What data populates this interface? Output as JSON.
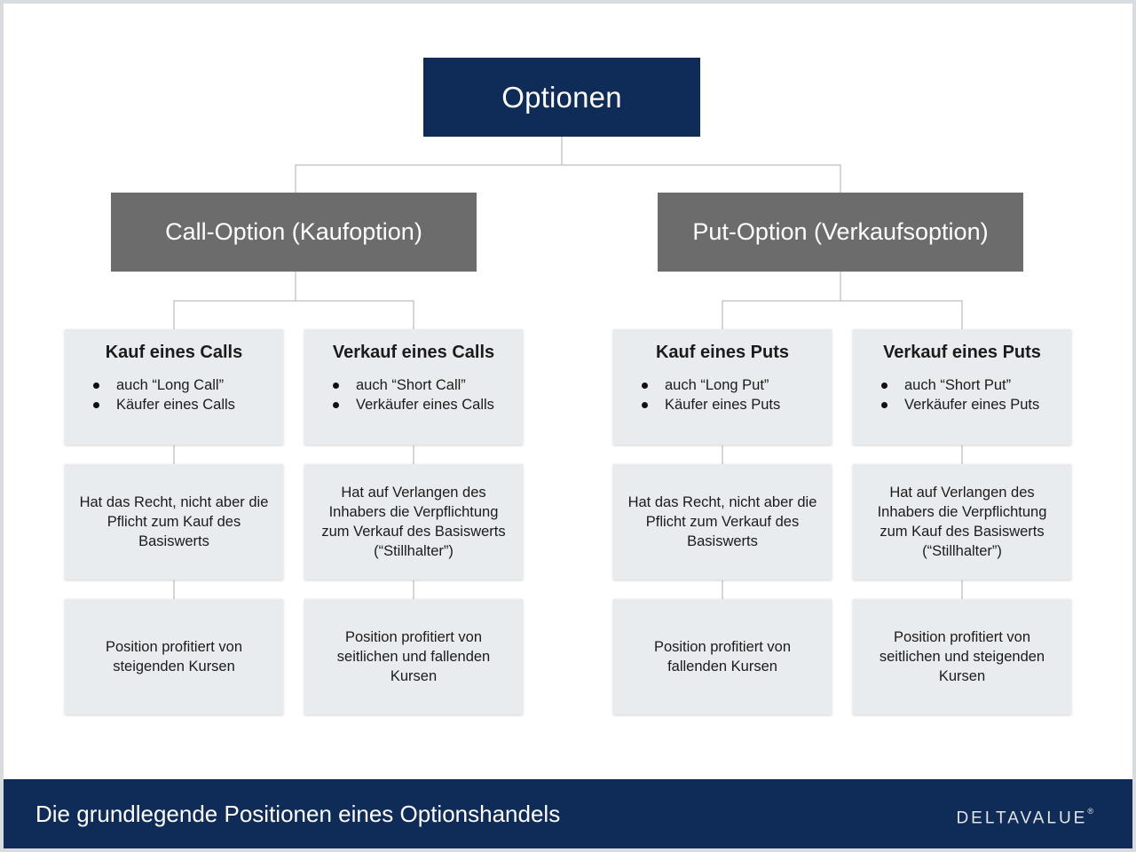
{
  "colors": {
    "navy": "#0e2c57",
    "branch_gray": "#6c6c6c",
    "leaf_bg": "#e9ecee",
    "connector": "#c8c8c8"
  },
  "root": {
    "title": "Optionen"
  },
  "branches": [
    {
      "title": "Call-Option (Kaufoption)",
      "positions": [
        {
          "title": "Kauf eines Calls",
          "bullets": [
            "auch “Long Call”",
            "Käufer eines Calls"
          ],
          "right": "Hat das Recht, nicht aber die Pflicht zum Kauf des Basiswerts",
          "profit": "Position profitiert von steigenden Kursen"
        },
        {
          "title": "Verkauf eines Calls",
          "bullets": [
            "auch “Short Call”",
            "Verkäufer eines Calls"
          ],
          "right": "Hat auf Verlangen des Inhabers die Verpflichtung zum Verkauf des Basiswerts (“Stillhalter”)",
          "profit": "Position profitiert von seitlichen und fallenden Kursen"
        }
      ]
    },
    {
      "title": "Put-Option (Verkaufsoption)",
      "positions": [
        {
          "title": "Kauf eines Puts",
          "bullets": [
            "auch “Long Put”",
            "Käufer eines Puts"
          ],
          "right": "Hat das Recht, nicht aber die Pflicht zum Verkauf des Basiswerts",
          "profit": "Position profitiert von fallenden Kursen"
        },
        {
          "title": "Verkauf eines Puts",
          "bullets": [
            "auch “Short Put”",
            "Verkäufer eines Puts"
          ],
          "right": "Hat auf Verlangen des Inhabers die Verpflichtung zum Kauf des Basiswerts (“Stillhalter”)",
          "profit": "Position profitiert von seitlichen und steigenden Kursen"
        }
      ]
    }
  ],
  "footer": {
    "caption": "Die grundlegende Positionen eines Optionshandels",
    "logo": "DELTAVALUE",
    "logo_mark": "®"
  }
}
